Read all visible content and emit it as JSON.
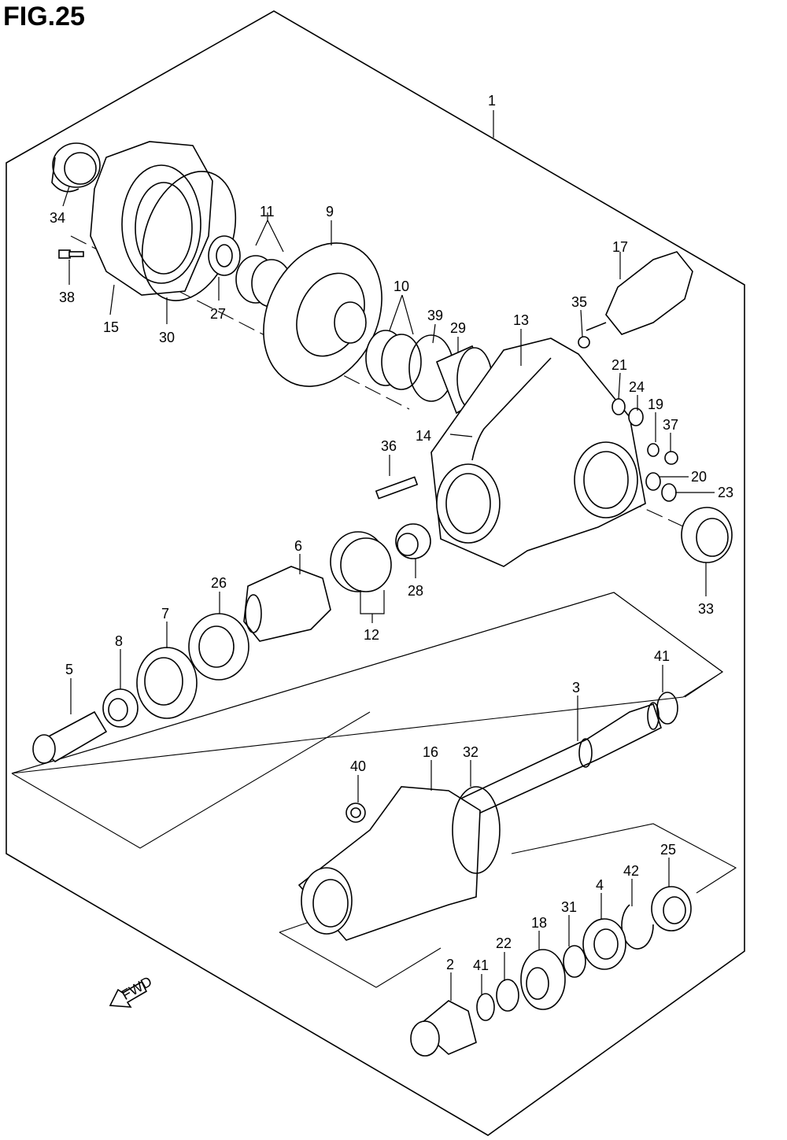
{
  "figure": {
    "title": "FIG.25"
  },
  "fwd_arrow": {
    "label": "FWD"
  },
  "callouts": [
    {
      "id": "1",
      "label": "1"
    },
    {
      "id": "2",
      "label": "2"
    },
    {
      "id": "3",
      "label": "3"
    },
    {
      "id": "4",
      "label": "4"
    },
    {
      "id": "5",
      "label": "5"
    },
    {
      "id": "6",
      "label": "6"
    },
    {
      "id": "7",
      "label": "7"
    },
    {
      "id": "8",
      "label": "8"
    },
    {
      "id": "9",
      "label": "9"
    },
    {
      "id": "10",
      "label": "10"
    },
    {
      "id": "11",
      "label": "11"
    },
    {
      "id": "12",
      "label": "12"
    },
    {
      "id": "13",
      "label": "13"
    },
    {
      "id": "14",
      "label": "14"
    },
    {
      "id": "15",
      "label": "15"
    },
    {
      "id": "16",
      "label": "16"
    },
    {
      "id": "17",
      "label": "17"
    },
    {
      "id": "18",
      "label": "18"
    },
    {
      "id": "19",
      "label": "19"
    },
    {
      "id": "20",
      "label": "20"
    },
    {
      "id": "21",
      "label": "21"
    },
    {
      "id": "22",
      "label": "22"
    },
    {
      "id": "23",
      "label": "23"
    },
    {
      "id": "24",
      "label": "24"
    },
    {
      "id": "25",
      "label": "25"
    },
    {
      "id": "26",
      "label": "26"
    },
    {
      "id": "27",
      "label": "27"
    },
    {
      "id": "28",
      "label": "28"
    },
    {
      "id": "29",
      "label": "29"
    },
    {
      "id": "30",
      "label": "30"
    },
    {
      "id": "31",
      "label": "31"
    },
    {
      "id": "32",
      "label": "32"
    },
    {
      "id": "33",
      "label": "33"
    },
    {
      "id": "34",
      "label": "34"
    },
    {
      "id": "35",
      "label": "35"
    },
    {
      "id": "36",
      "label": "36"
    },
    {
      "id": "37",
      "label": "37"
    },
    {
      "id": "38",
      "label": "38"
    },
    {
      "id": "39",
      "label": "39"
    },
    {
      "id": "40",
      "label": "40"
    },
    {
      "id": "41a",
      "label": "41"
    },
    {
      "id": "41b",
      "label": "41"
    },
    {
      "id": "42",
      "label": "42"
    }
  ]
}
